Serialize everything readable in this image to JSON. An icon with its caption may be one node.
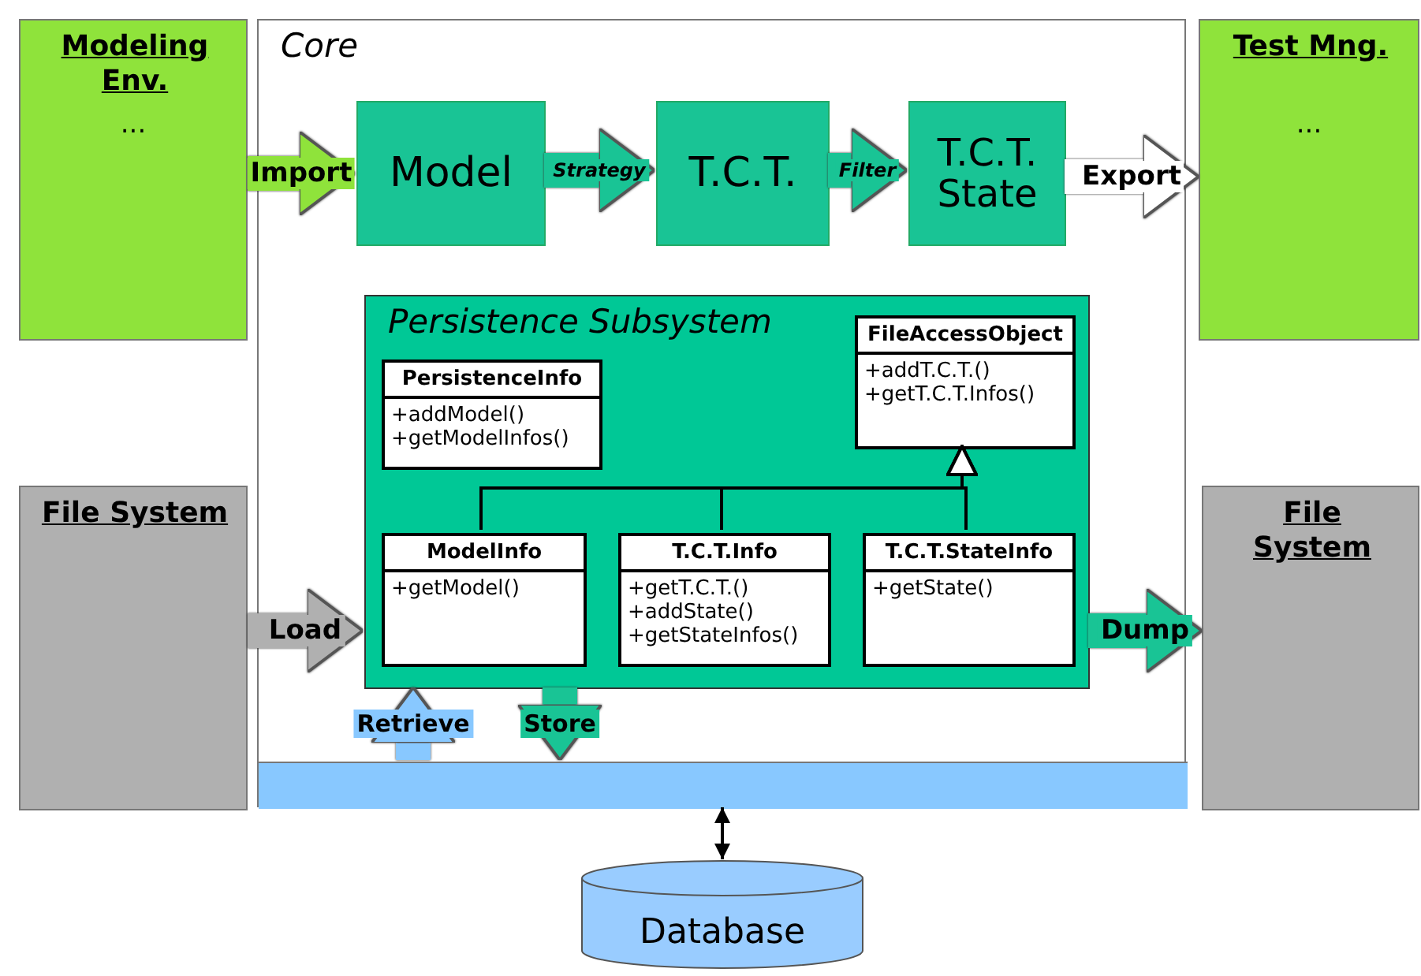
{
  "diagram": {
    "nodes": [
      {
        "text": [
          "Modeling Env.",
          "..."
        ]
      },
      {
        "text": [
          "Core"
        ]
      },
      {
        "text": [
          "Model"
        ],
        "in": 1
      },
      {
        "text": [
          "T.C.T."
        ],
        "in": 1
      },
      {
        "text": [
          "T.C.T. State"
        ],
        "in": 1
      },
      {
        "text": [
          "Test Mng.",
          "..."
        ]
      },
      {
        "text": [
          "Persistence Subsystem"
        ],
        "in": 1
      },
      {
        "text": [
          "PersistenceInfo",
          "+addModel() +getModelInfos()"
        ],
        "in": 6
      },
      {
        "text": [
          "FileAccessObject",
          "+addT.C.T.() +getT.C.T.Infos()"
        ],
        "in": 6
      },
      {
        "text": [
          "ModelInfo",
          "+getModel()"
        ],
        "in": 6
      },
      {
        "text": [
          "T.C.T.Info",
          "+getT.C.T.() +addState() +getStateInfos()"
        ],
        "in": 6
      },
      {
        "text": [
          "T.C.T.StateInfo",
          "+getState()"
        ],
        "in": 6
      },
      {
        "text": [
          "File System"
        ]
      },
      {
        "text": [
          "File System"
        ]
      },
      {
        "text": [],
        "shape": "bar",
        "in": 1
      },
      {
        "text": [
          "Database"
        ]
      }
    ],
    "edges": [
      {
        "from": 0,
        "to": 2,
        "arrow": "to",
        "label": "Import",
        "color": "#8fe33b"
      },
      {
        "from": 2,
        "to": 3,
        "arrow": "to",
        "label": "Strategy"
      },
      {
        "from": 3,
        "to": 4,
        "arrow": "to",
        "label": "Filter"
      },
      {
        "from": 4,
        "to": 5,
        "arrow": "to",
        "label": "Export",
        "color": "#ffffff"
      },
      {
        "from": 12,
        "to": 6,
        "arrow": "to",
        "label": "Load",
        "color": "#b0b0b0"
      },
      {
        "from": 6,
        "to": 13,
        "arrow": "to",
        "label": "Dump"
      },
      {
        "from": 6,
        "to": 14,
        "arrow": "to",
        "label": "Store"
      },
      {
        "from": 14,
        "to": 6,
        "arrow": "to",
        "label": "Retrieve",
        "color": "#88c8ff"
      },
      {
        "from": 9,
        "to": 8,
        "arrow": "to",
        "color": "#000000"
      },
      {
        "from": 10,
        "to": 8,
        "arrow": "to",
        "color": "#000000"
      },
      {
        "from": 11,
        "to": 8,
        "arrow": "to",
        "color": "#000000"
      },
      {
        "from": 14,
        "to": 15,
        "arrow": "both",
        "color": "#000000"
      }
    ]
  }
}
